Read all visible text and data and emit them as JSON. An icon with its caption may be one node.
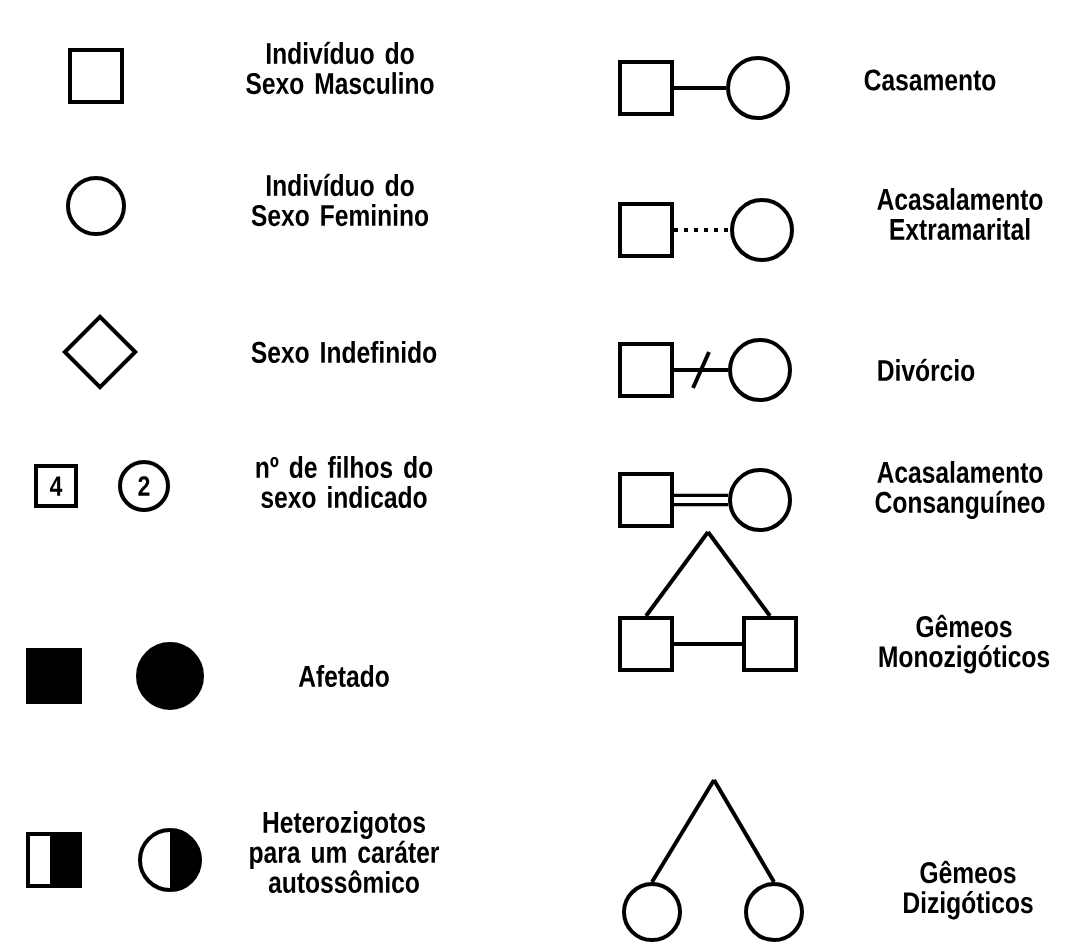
{
  "diagram": {
    "nodes": [
      {
        "text": [],
        "shape": "box"
      },
      {
        "text": [],
        "shape": "circle"
      },
      {
        "text": [],
        "shape": "diamond",
        "beside": [
          "Sexo Indefinido"
        ]
      },
      {
        "text": [
          "4"
        ]
      },
      {
        "text": [
          "2"
        ],
        "beside": [
          "nº de filhos do sexo indicado"
        ]
      },
      {
        "text": [],
        "shape": "box"
      },
      {
        "text": [],
        "shape": "circle",
        "beside": [
          "Afetado"
        ]
      },
      {
        "text": [],
        "shape": "box"
      },
      {
        "text": [],
        "shape": "circle",
        "beside": [
          "Heterozigotos para um caráter autossômico"
        ]
      },
      {
        "text": [],
        "shape": "box"
      },
      {
        "text": [],
        "shape": "circle",
        "beside": [
          "Casamento"
        ]
      },
      {
        "text": [],
        "shape": "box"
      },
      {
        "text": [],
        "shape": "circle",
        "beside": [
          "Acasalamento Extramarital"
        ]
      },
      {
        "text": [],
        "shape": "box"
      },
      {
        "text": [],
        "shape": "circle",
        "beside": [
          "Divórcio"
        ]
      },
      {
        "text": [],
        "shape": "box"
      },
      {
        "text": [],
        "shape": "circle",
        "beside": [
          "Acasalamento Consanguíneo"
        ]
      },
      {
        "text": [],
        "shape": "box"
      },
      {
        "text": [],
        "shape": "box",
        "beside": [
          "Gêmeos Monozigóticos"
        ]
      },
      {
        "text": [],
        "shape": "circle"
      },
      {
        "text": [],
        "shape": "circle",
        "beside": [
          "Gêmeos Dizigóticos"
        ]
      }
    ],
    "edges": [
      {
        "from": 9,
        "to": 10,
        "arrow": "none"
      },
      {
        "from": 11,
        "to": 12,
        "arrow": "none",
        "style": "dashed"
      },
      {
        "from": 13,
        "to": 14,
        "arrow": "none"
      },
      {
        "from": 15,
        "to": 16,
        "arrow": "none",
        "style": "thick"
      },
      {
        "from": null,
        "to": 17,
        "arrow": "none"
      },
      {
        "from": null,
        "to": 18,
        "arrow": "none"
      },
      {
        "from": 17,
        "to": 18,
        "arrow": "none"
      },
      {
        "from": null,
        "to": 19,
        "arrow": "none"
      },
      {
        "from": null,
        "to": 20,
        "arrow": "none"
      }
    ],
    "labels": [
      "Indivíduo do Sexo Masculino",
      "Indivíduo do Sexo Feminino"
    ]
  }
}
